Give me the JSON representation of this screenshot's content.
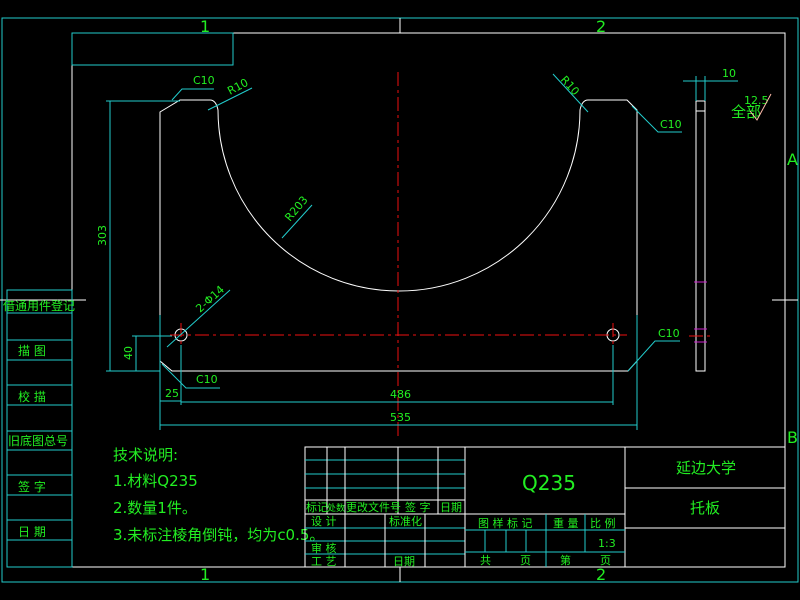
{
  "colors": {
    "outline": "#ffffff",
    "dimension": "#22cccc",
    "centerline": "#ee1111",
    "text": "#22ee22",
    "background": "#000000"
  },
  "zones": {
    "col1": "1",
    "col2": "2",
    "rowA": "A",
    "rowB": "B"
  },
  "dims": {
    "c10_tl": "C10",
    "r10_l": "R10",
    "r10_r": "R10",
    "r203": "R203",
    "c10_tr": "C10",
    "h303": "303",
    "h40": "40",
    "hole": "2-Φ14",
    "c10_bl": "C10",
    "w25": "25",
    "w486": "486",
    "w535": "535",
    "c10_br": "C10",
    "t10": "10",
    "rough": "12.5",
    "rough_all": "全部"
  },
  "notes": {
    "title": "技术说明:",
    "items": [
      "1.材料Q235",
      "2.数量1件。",
      "3.未标注棱角倒钝，均为c0.5。"
    ]
  },
  "left_strip": [
    "借通用件登记",
    "描  图",
    "校  描",
    "旧底图总号",
    "签  字",
    "日  期"
  ],
  "title_block": {
    "material": "Q235",
    "school": "延边大学",
    "part_name": "托板",
    "rev_headers": [
      "标记",
      "处数",
      "更改文件号",
      "签 字",
      "日期"
    ],
    "roles": [
      "设 计",
      "审 核",
      "工 艺"
    ],
    "standard": "标准化",
    "date": "日期",
    "mark_label": "图 样 标 记",
    "weight_label": "重 量",
    "scale_label": "比 例",
    "scale": "1:3",
    "total": "共",
    "page1": "页",
    "no": "第",
    "page2": "页"
  }
}
